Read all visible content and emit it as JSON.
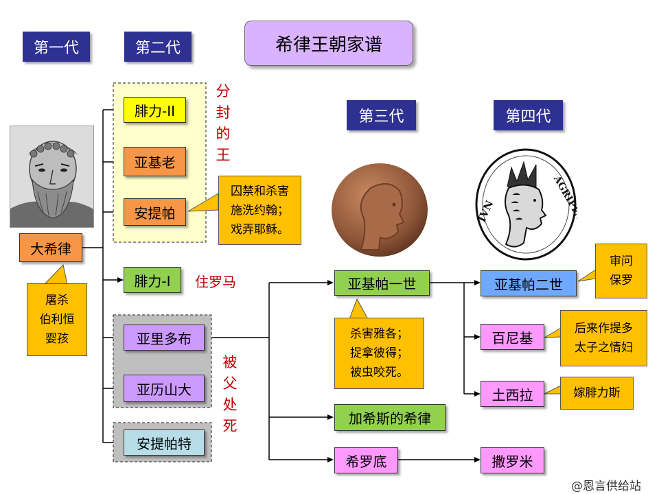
{
  "title": "希律王朝家谱",
  "generations": {
    "gen1": "第一代",
    "gen2": "第二代",
    "gen3": "第三代",
    "gen4": "第四代"
  },
  "nodes": {
    "herod_great": "大希律",
    "philip2": "腓力-II",
    "archelaus": "亚基老",
    "antipas": "安提帕",
    "philip1": "腓力-I",
    "aristobulus": "亚里多布",
    "alexander": "亚历山大",
    "antipater": "安提帕特",
    "agrippa1": "亚基帕一世",
    "herod_chalcis": "加希斯的希律",
    "herodias": "希罗底",
    "agrippa2": "亚基帕二世",
    "bernice": "百尼基",
    "drusilla": "土西拉",
    "salome": "撒罗米"
  },
  "notes": {
    "herod_note": "屠杀\n伯利恒\n婴孩",
    "antipas_note": "囚禁和杀害\n施洗约翰；\n戏弄耶稣。",
    "agrippa1_note": "杀害雅各；\n捉拿彼得；\n被虫咬死。",
    "agrippa2_note": "审问\n保罗",
    "bernice_note": "后来作提多\n太子之情妇",
    "drusilla_note": "嫁腓力斯"
  },
  "labels": {
    "enfeoffed": "分封的王",
    "in_rome": "住罗马",
    "killed_by_father": "被父处死"
  },
  "coin_text": {
    "left": "IVN",
    "right": "AGRIPPA"
  },
  "watermark": "@恩言供给站",
  "colors": {
    "generation": "#2e3192",
    "note": "#ffc000",
    "red_text": "#c00000",
    "title_bg": "#d9b3ff"
  },
  "icons": {
    "portrait": "bearded-king-portrait",
    "coin_bronze": "bronze-coin-portrait",
    "coin_engraved": "engraved-coin-portrait"
  }
}
